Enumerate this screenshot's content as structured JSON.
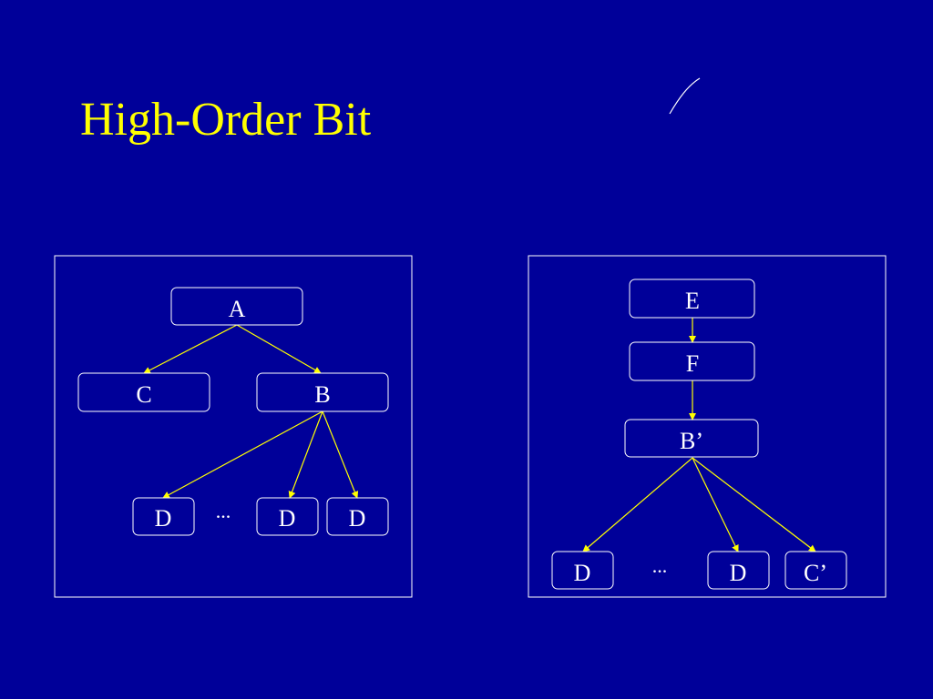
{
  "slide": {
    "title": "High-Order Bit"
  },
  "colors": {
    "background": "#000099",
    "title": "#ffff00",
    "node_border": "#ffffff",
    "node_text": "#ffffff",
    "edge": "#ffff00"
  },
  "left_tree": {
    "nodes": {
      "a": "A",
      "c": "C",
      "b": "B",
      "d1": "D",
      "d2": "D",
      "d3": "D"
    },
    "ellipsis": "...",
    "edges": [
      [
        "a",
        "c"
      ],
      [
        "a",
        "b"
      ],
      [
        "b",
        "d1"
      ],
      [
        "b",
        "d2"
      ],
      [
        "b",
        "d3"
      ]
    ]
  },
  "right_tree": {
    "nodes": {
      "e": "E",
      "f": "F",
      "bp": "B’",
      "d1": "D",
      "d2": "D",
      "cp": "C’"
    },
    "ellipsis": "...",
    "edges": [
      [
        "e",
        "f"
      ],
      [
        "f",
        "bp"
      ],
      [
        "bp",
        "d1"
      ],
      [
        "bp",
        "d2"
      ],
      [
        "bp",
        "cp"
      ]
    ]
  }
}
